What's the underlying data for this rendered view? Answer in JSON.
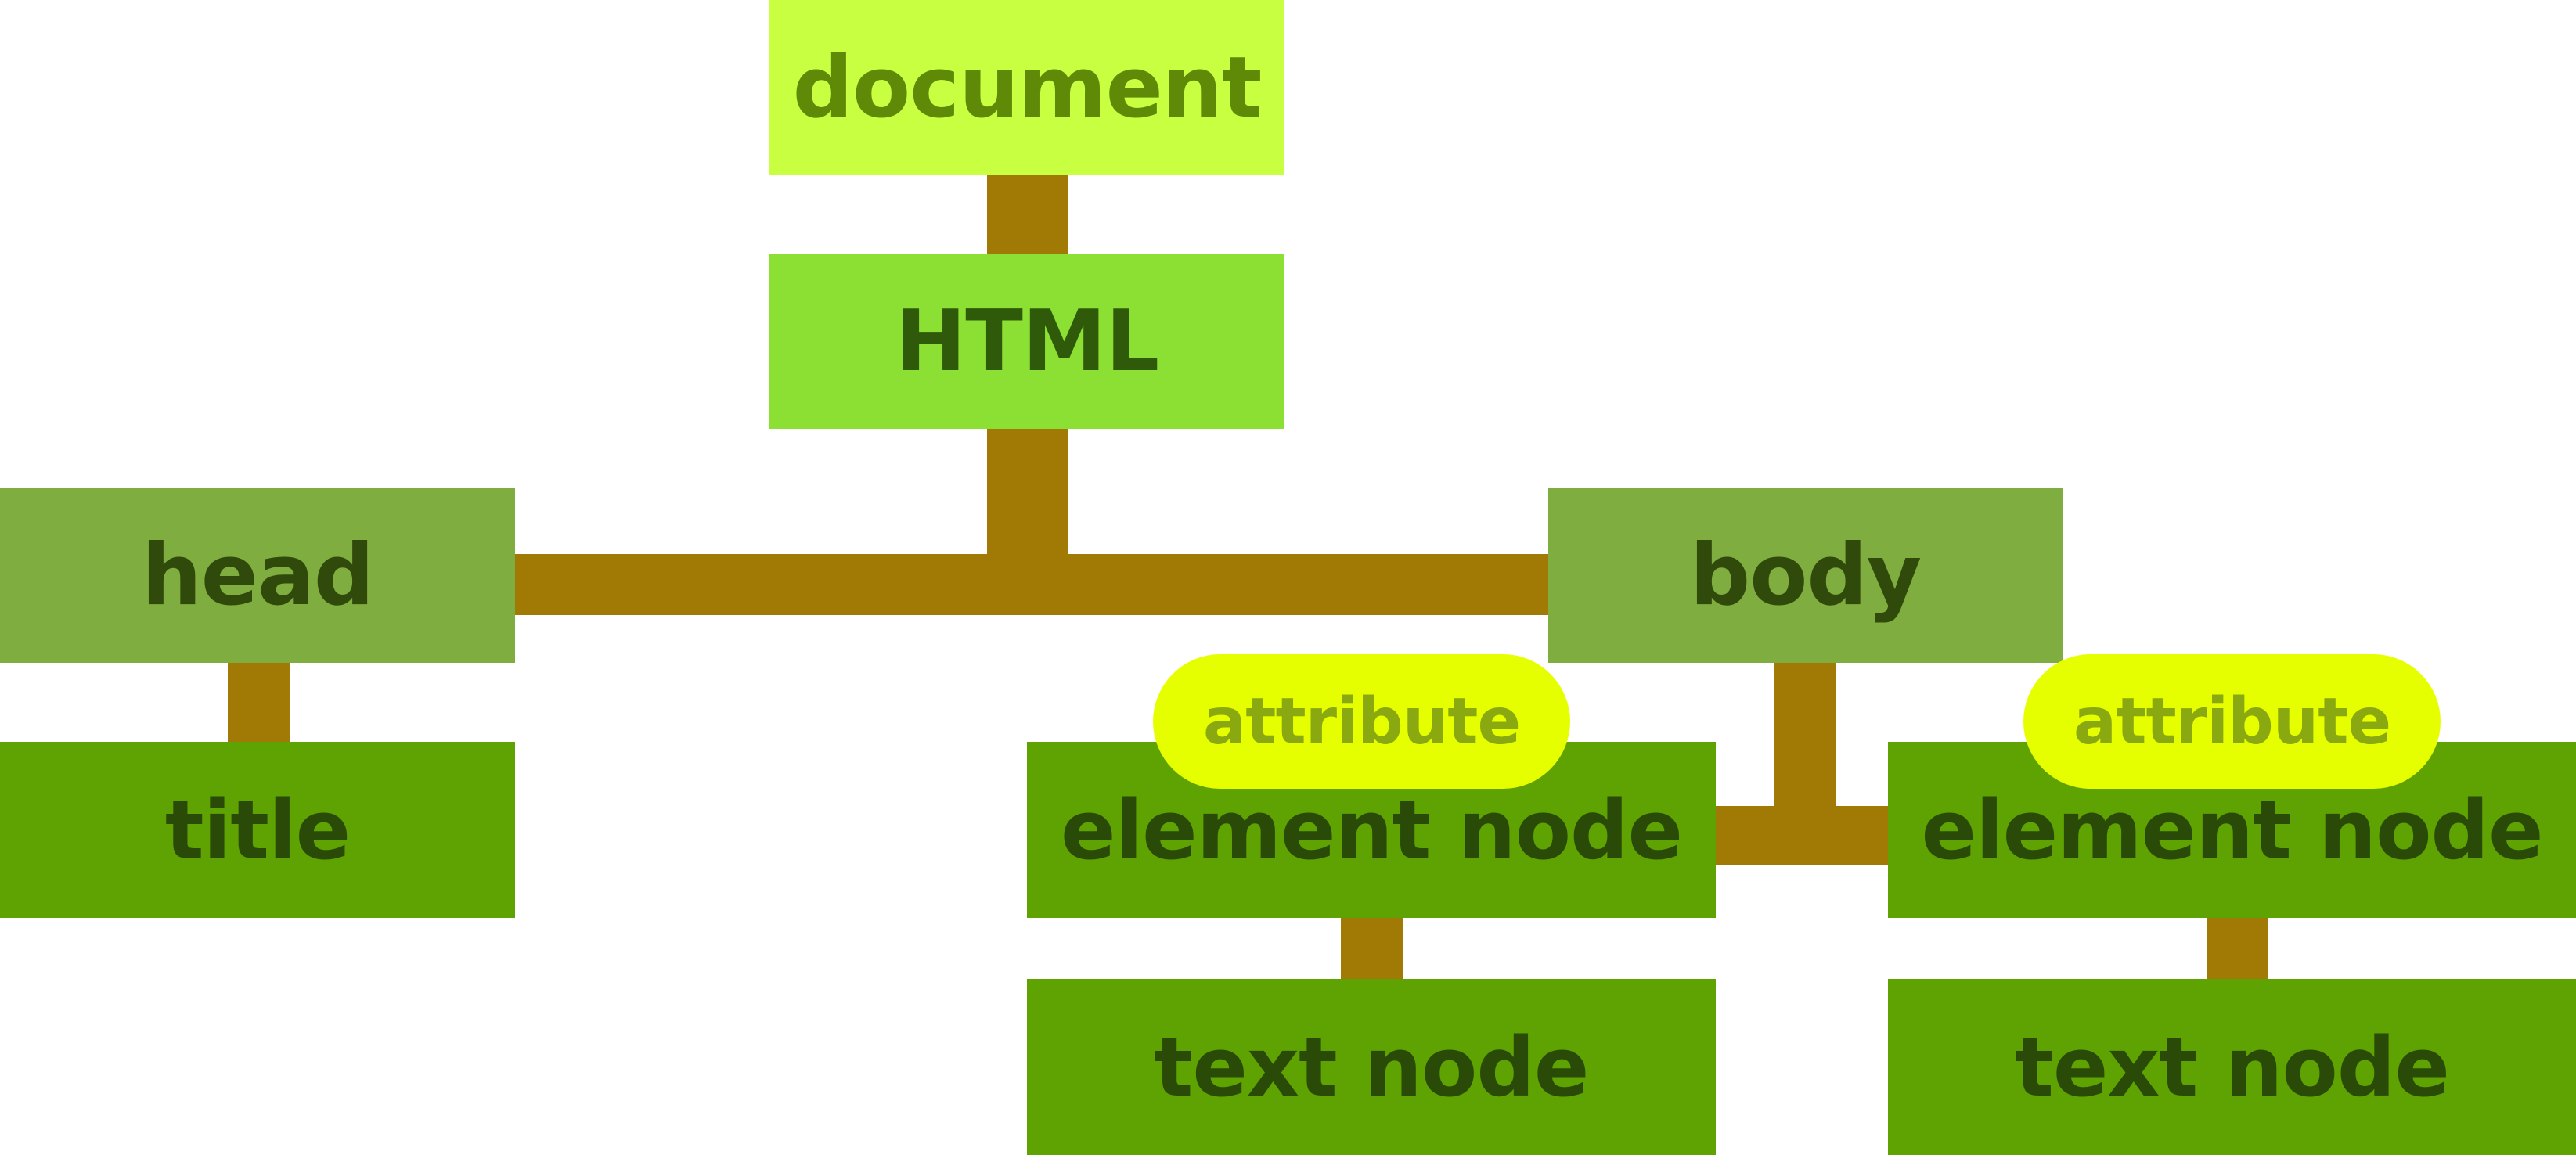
{
  "diagram": {
    "nodes": {
      "document": "document",
      "html": "HTML",
      "head": "head",
      "body": "body",
      "title": "title",
      "element_left": "element node",
      "element_right": "element node",
      "attribute_left": "attribute",
      "attribute_right": "attribute",
      "text_left": "text node",
      "text_right": "text node"
    },
    "colors": {
      "connector": "#a07a05",
      "document_fill": "#c8ff41",
      "html_fill": "#8ce033",
      "level2_fill": "#80ad3f",
      "leaf_fill": "#5fa303",
      "attribute_fill": "#e6ff00"
    }
  }
}
